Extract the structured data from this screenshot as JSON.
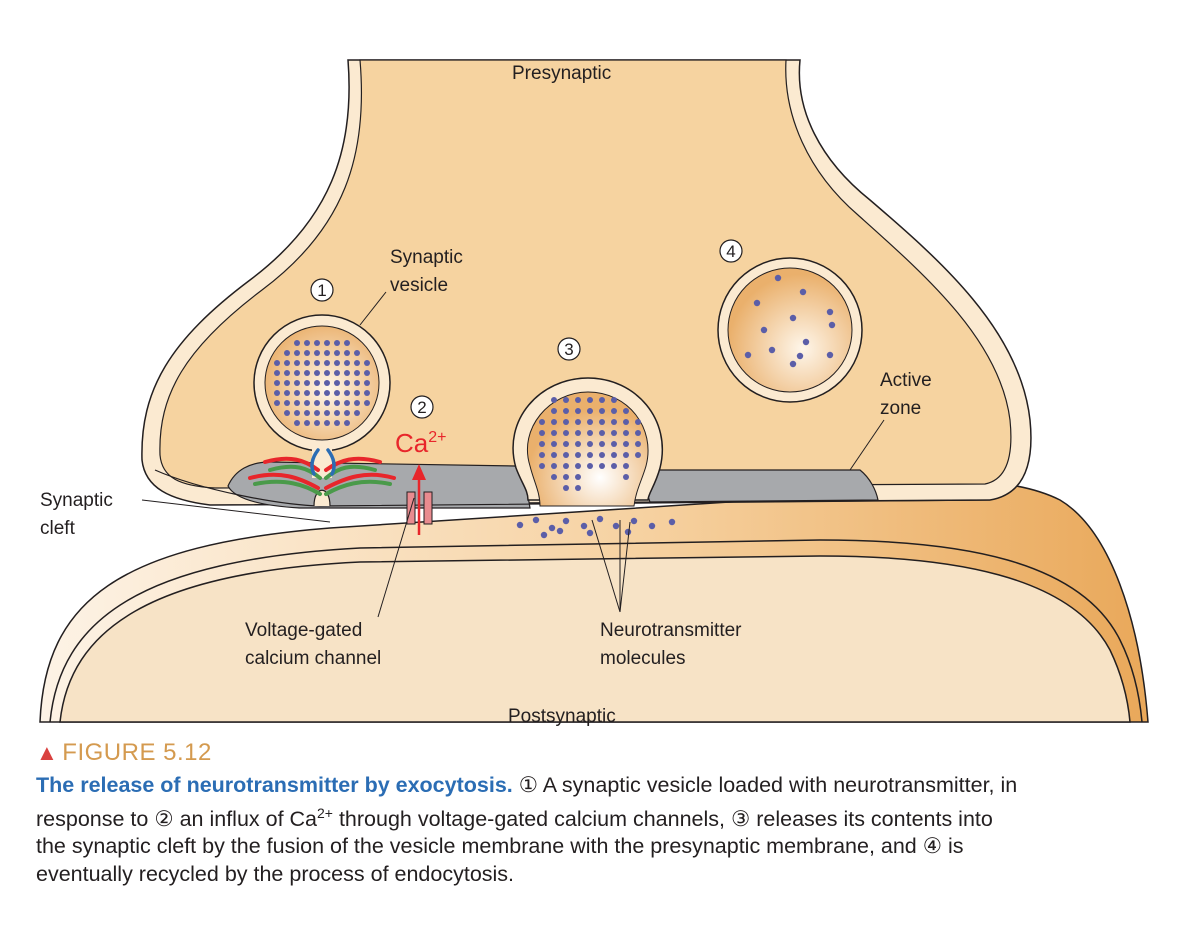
{
  "labels": {
    "presynaptic": "Presynaptic",
    "postsynaptic": "Postsynaptic",
    "synaptic_vesicle_1": "Synaptic",
    "synaptic_vesicle_2": "vesicle",
    "active_zone_1": "Active",
    "active_zone_2": "zone",
    "synaptic_cleft_1": "Synaptic",
    "synaptic_cleft_2": "cleft",
    "channel_1": "Voltage-gated",
    "channel_2": "calcium channel",
    "nt_1": "Neurotransmitter",
    "nt_2": "molecules",
    "ca_base": "Ca",
    "ca_sup": "2+"
  },
  "steps": [
    "1",
    "2",
    "3",
    "4"
  ],
  "caption": {
    "figure_number": "FIGURE 5.12",
    "title": "The release of neurotransmitter by exocytosis.",
    "text_1": " ① A synaptic vesicle loaded with neurotransmitter, in response to ② an influx of Ca",
    "text_sup": "2+",
    "text_2": " through voltage-gated calcium channels, ③ releases its contents into the synaptic cleft by the fusion of the vesicle membrane with the presynaptic membrane, and ④ is eventually recycled by the process of endocytosis."
  },
  "colors": {
    "cytoplasm": "#f6d3a0",
    "membrane": "#fbead1",
    "outline": "#231f20",
    "active_zone": "#a7a9ac",
    "molecule": "#5b5ea8",
    "calcium": "#e8262b",
    "channel": "#e98b8f",
    "caption_title": "#2b6db4",
    "figure_number": "#d49a4f"
  }
}
